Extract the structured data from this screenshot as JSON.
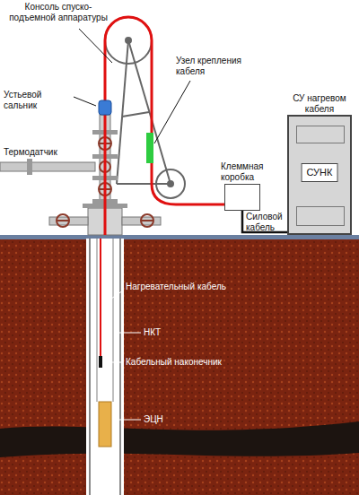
{
  "diagram": {
    "nodes": [
      {
        "text": [
          "Клеммная коробка"
        ]
      },
      {
        "text": [
          "СУ нагревом кабеля",
          "СУНК"
        ]
      }
    ],
    "edges": [
      {
        "from": 0,
        "to": 1,
        "arrow": "none",
        "label": "Силовой кабель"
      }
    ],
    "labels": [
      "Консоль спуско-подъемной аппаратуры",
      "Устьевой сальник",
      "Термодатчик",
      "Узел крепления кабеля",
      "Нагревательный кабель",
      "НКТ",
      "Кабельный наконечник",
      "ЭЦН"
    ]
  }
}
